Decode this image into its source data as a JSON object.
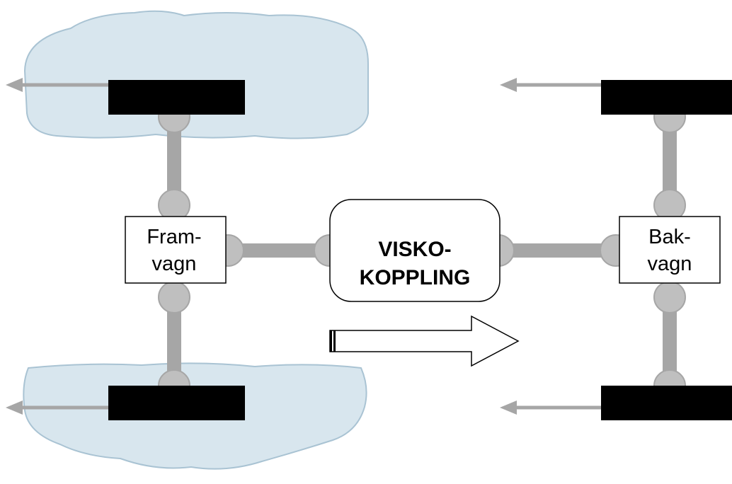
{
  "colors": {
    "background": "#ffffff",
    "ice": "#d8e6ee",
    "ice_outline": "#a9c3d3",
    "shaft": "#a6a6a6",
    "joint_fill": "#bfbfbf",
    "joint_stroke": "#a6a6a6",
    "wheel": "#000000",
    "force_arrow": "#a6a6a6",
    "box_fill": "#ffffff",
    "box_stroke": "#000000",
    "flow_arrow_fill": "#ffffff",
    "flow_arrow_stroke": "#000000"
  },
  "front_axle": {
    "label_line1": "Fram-",
    "label_line2": "vagn"
  },
  "rear_axle": {
    "label_line1": "Bak-",
    "label_line2": "vagn"
  },
  "coupling": {
    "label_line1": "VISKO-",
    "label_line2": "KOPPLING"
  },
  "icons": {
    "force_arrows": "arrow-left-icon",
    "torque_flow": "hollow-arrow-right-icon",
    "ice_patches": "ice-patch-shape"
  }
}
